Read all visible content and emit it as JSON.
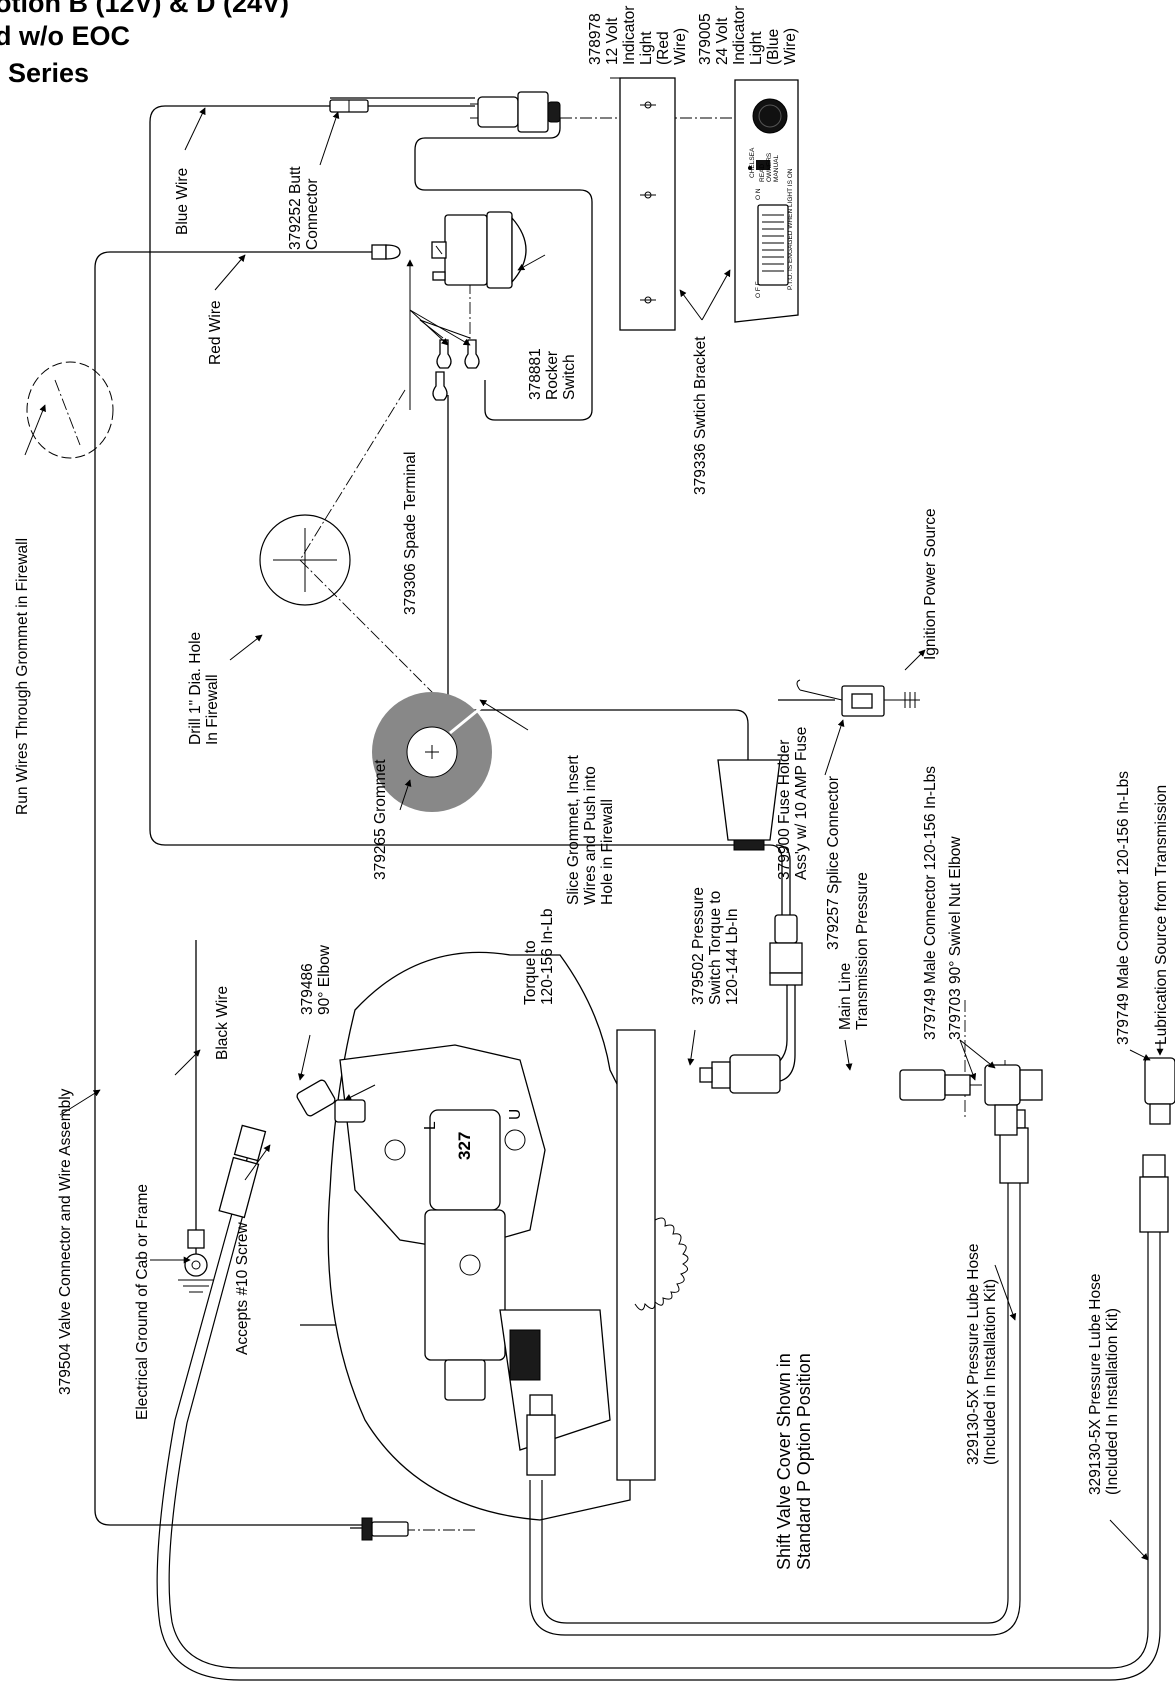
{
  "title": {
    "line1": "otion B (12V) & D (24V)",
    "line2": "d w/o EOC",
    "line3": "Series"
  },
  "labels": {
    "indicator_12v": [
      "378978",
      "12 Volt",
      "Indicator",
      "Light",
      "(Red",
      "Wire)"
    ],
    "indicator_24v": [
      "379005",
      "24 Volt",
      "Indicator",
      "Light",
      "(Blue",
      "Wire)"
    ],
    "butt_connector": [
      "379252 Butt",
      "Connector"
    ],
    "blue_wire": "Blue Wire",
    "red_wire": "Red Wire",
    "rocker_switch": [
      "378881",
      "Rocker",
      "Switch"
    ],
    "switch_bracket": "379336 Swtich Bracket",
    "spade_terminal": "379306 Spade Terminal",
    "run_wires": "Run Wires Through Grommet in Firewall",
    "drill_hole": [
      "Drill 1\" Dia. Hole",
      "In Firewall"
    ],
    "grommet": "379265 Grommet",
    "slice_grommet": [
      "Slice Grommet, Insert",
      "Wires and Push into",
      "Hole in Firewall"
    ],
    "fuse_holder": [
      "379900 Fuse Holder",
      "Ass'y w/ 10 AMP Fuse"
    ],
    "splice_connector": "379257 Splice Connector",
    "ignition_power": "Ignition Power Source",
    "valve_connector": "379504 Valve Connector and Wire Assembly",
    "electrical_ground": "Electrical Ground of Cab or Frame",
    "accepts_screw": "Accepts #10 Screw",
    "black_wire": "Black Wire",
    "elbow_90": [
      "379486",
      "90° Elbow"
    ],
    "torque": [
      "Torque to",
      "120-156 In-Lb"
    ],
    "pressure_switch": [
      "379502 Pressure",
      "Switch Torque to",
      "120-144 Lb-In"
    ],
    "main_line": [
      "Main Line",
      "Transmission Pressure"
    ],
    "male_connector_1": "379749 Male Connector 120-156 In-Lbs",
    "swivel_elbow": "379703 90° Swivel Nut Elbow",
    "male_connector_2": "379749 Male Connector 120-156 In-Lbs",
    "lubrication_source": "Lubrication Source from Transmission",
    "lube_hose_1": [
      "329130-5X Pressure Lube Hose",
      "(Included in Installation Kit)"
    ],
    "lube_hose_2": [
      "329130-5X Pressure Lube Hose",
      "(Included In Installation Kit)"
    ],
    "shift_valve": [
      "Shift Valve Cover Shown in",
      "Standard P Option Position"
    ]
  },
  "panel_text": {
    "brand": "CHELSEA",
    "read1": "READ",
    "read2": "OWNERS",
    "read3": "MANUAL",
    "on": "O N",
    "off": "O F F",
    "pto": "P.T.O. IS ENGAGED WHEN LIGHT IS ON"
  },
  "valve_text": {
    "part_no": "327",
    "mark_l": "L",
    "mark_u": "U"
  }
}
